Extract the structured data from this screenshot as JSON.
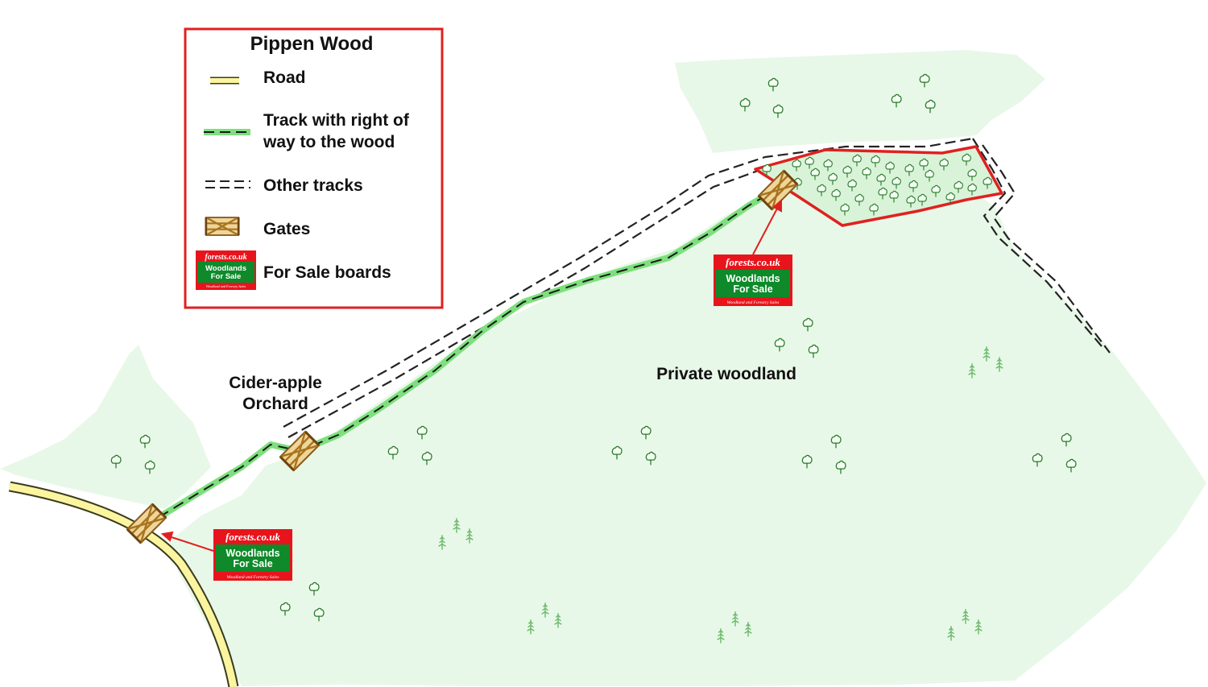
{
  "legend": {
    "title": "Pippen Wood",
    "items": [
      {
        "icon": "road-icon",
        "label": "Road"
      },
      {
        "icon": "right-of-way-track-icon",
        "label_line1": "Track with right of",
        "label_line2": "way to the wood"
      },
      {
        "icon": "other-tracks-icon",
        "label": "Other tracks"
      },
      {
        "icon": "gate-icon",
        "label": "Gates"
      },
      {
        "icon": "for-sale-board-icon",
        "label": "For Sale boards"
      }
    ]
  },
  "sale_board": {
    "top": "forests.co.uk",
    "line1": "Woodlands",
    "line2": "For Sale",
    "bottom": "Woodland and Forestry Sales"
  },
  "labels": {
    "orchard_line1": "Cider-apple",
    "orchard_line2": "Orchard",
    "private_woodland": "Private woodland"
  },
  "colors": {
    "woodland": "#e8f8e8",
    "road": "#fbf5a0",
    "track_green": "#7de07d",
    "border_red": "#e02020",
    "sign_green": "#0e8a2a",
    "sign_red": "#e8141c",
    "tree": "#2a7a2a",
    "conifer": "#6bb86b",
    "gate": "#b8863c"
  }
}
